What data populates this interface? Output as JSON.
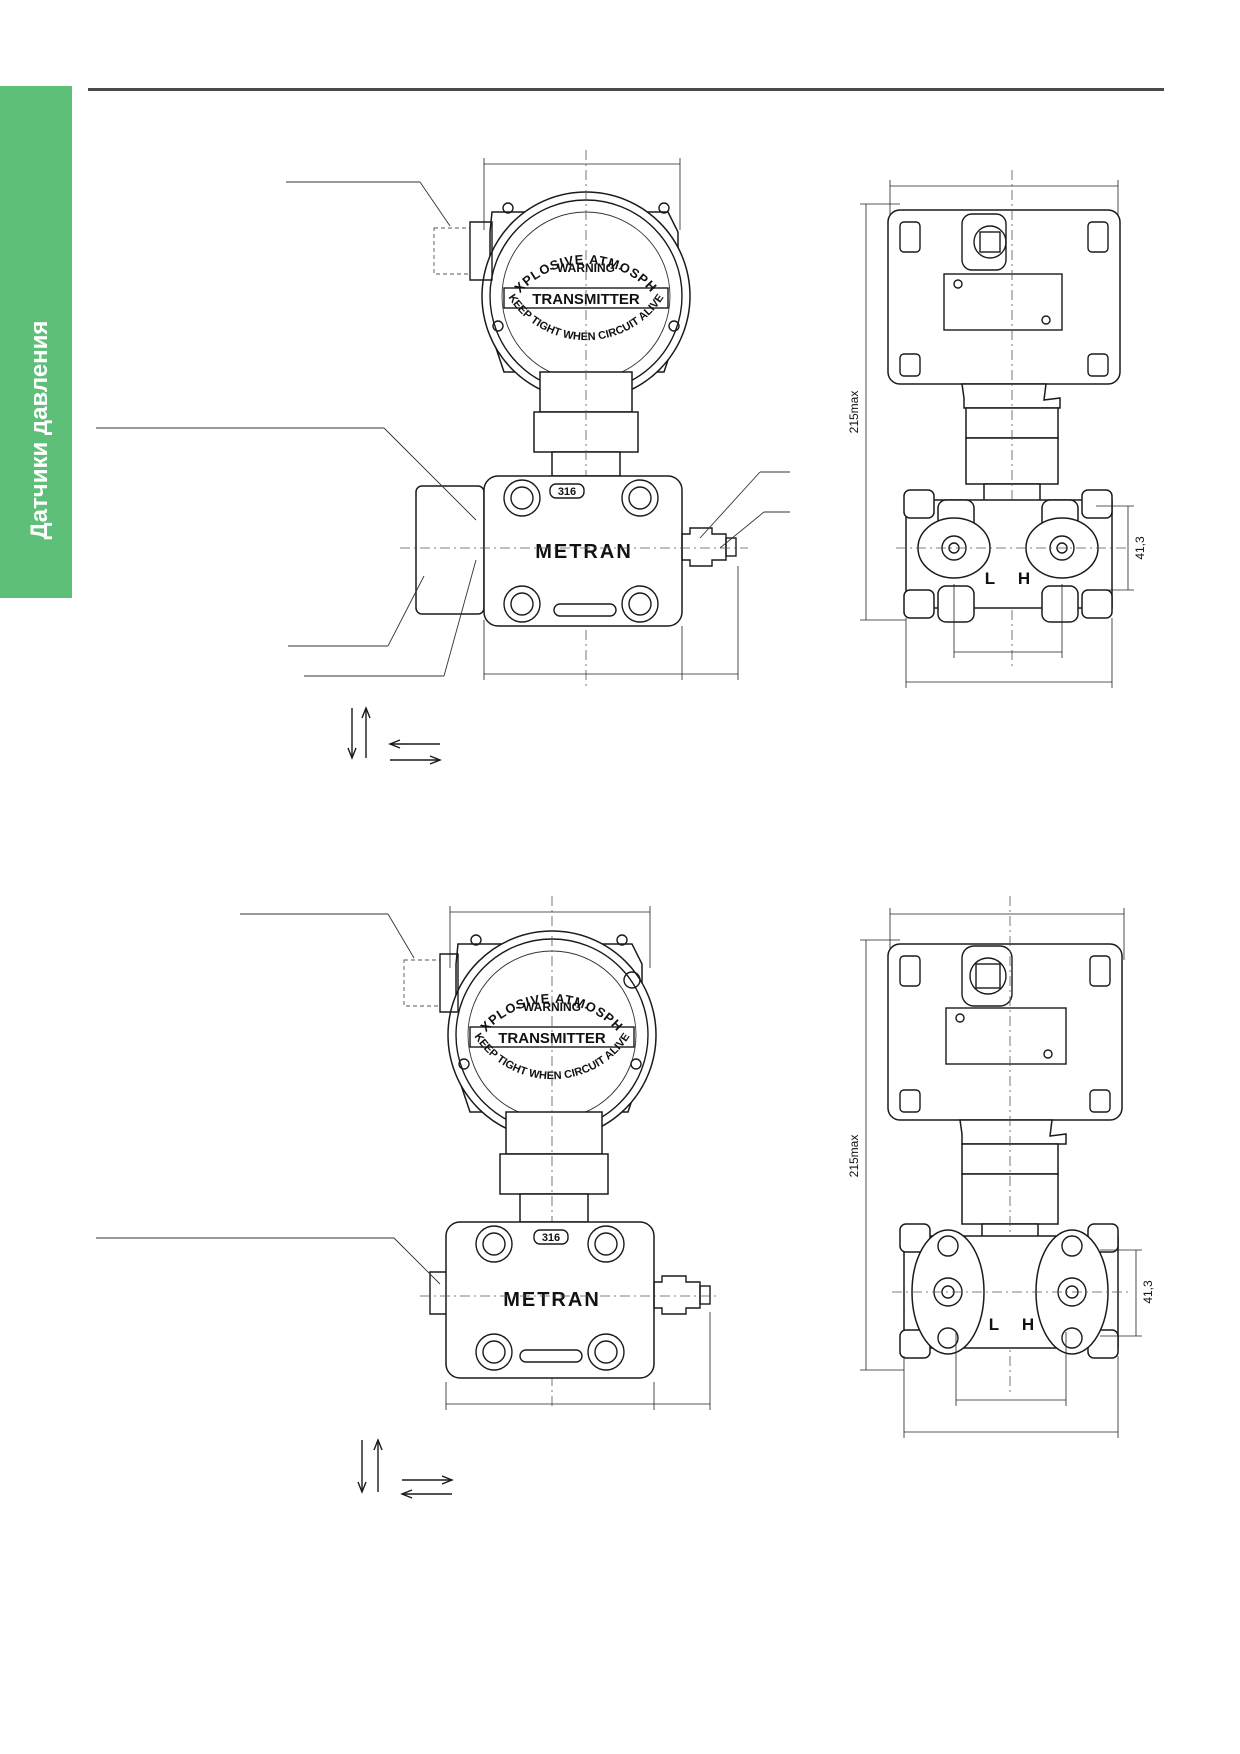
{
  "sidebar": {
    "title": "Датчики давления",
    "color": "#5dbf78"
  },
  "figures": [
    {
      "cover_text_arc_top": "IN EXPLOSIVE ATMOSPHERE",
      "cover_text_warning": "- WARNING -",
      "cover_text_center": "TRANSMITTER",
      "cover_text_arc_bottom": "KEEP TIGHT WHEN CIRCUIT ALIVE",
      "flange_badge": "316",
      "brand": "METRAN",
      "port_low": "L",
      "port_high": "H",
      "dim_height": "215max",
      "dim_port_spacing": "41,3"
    },
    {
      "cover_text_arc_top": "IN EXPLOSIVE ATMOSPHERE",
      "cover_text_warning": "- WARNING -",
      "cover_text_center": "TRANSMITTER",
      "cover_text_arc_bottom": "KEEP TIGHT WHEN CIRCUIT ALIVE",
      "flange_badge": "316",
      "brand": "METRAN",
      "port_low": "L",
      "port_high": "H",
      "dim_height": "215max",
      "dim_port_spacing": "41,3"
    }
  ]
}
